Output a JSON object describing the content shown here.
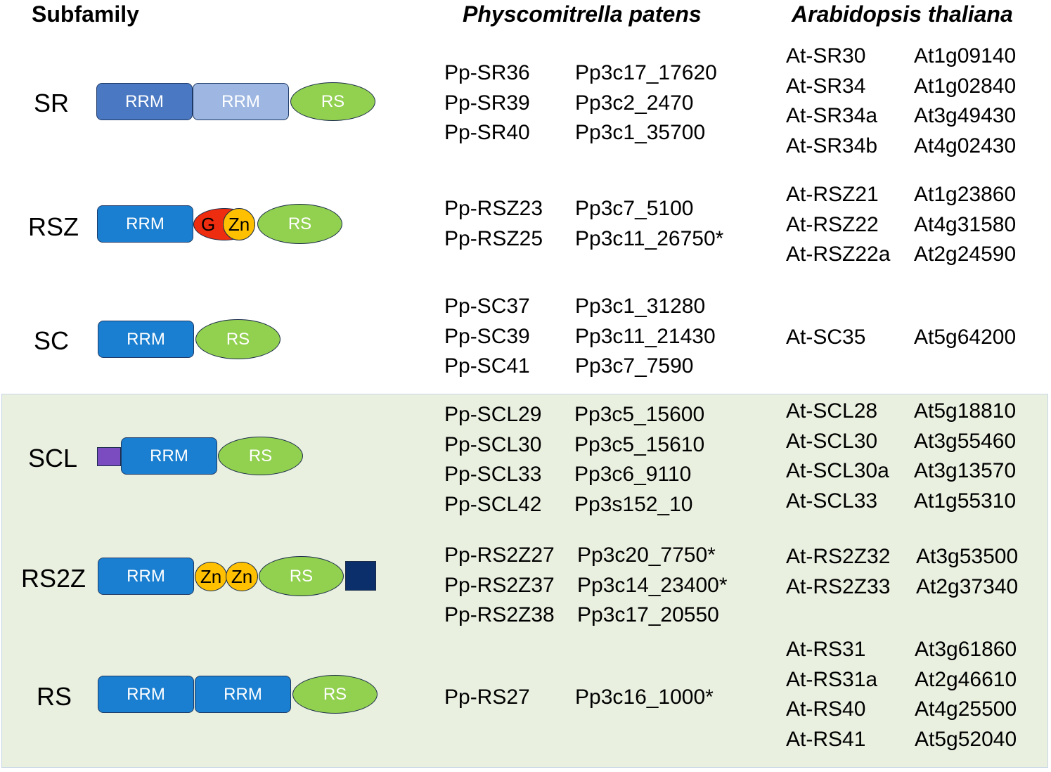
{
  "headers": {
    "subfamily": "Subfamily",
    "physcomitrella": "Physcomitrella patens",
    "arabidopsis": "Arabidopsis thaliana"
  },
  "domain_labels": {
    "rrm": "RRM",
    "rs": "RS",
    "zn": "Zn",
    "g": "G"
  },
  "colors": {
    "rrm": "#1a7fd0",
    "rrm_sr1": "#4a78c2",
    "rrm_sr2": "#9db7e2",
    "rs": "#92d050",
    "zinc_knuckle": "#ffc000",
    "glycine_hinge": "#ee2c10",
    "scl_extension": "#7a4cc0",
    "rs2z_tail": "#0a2f6b",
    "shaded_region": "#e9f0e0"
  },
  "subfamilies": [
    {
      "name": "SR",
      "domains": [
        "RRM",
        "RRM",
        "RS"
      ],
      "pp": [
        {
          "gene": "Pp-SR36",
          "locus": "Pp3c17_17620"
        },
        {
          "gene": "Pp-SR39",
          "locus": "Pp3c2_2470"
        },
        {
          "gene": "Pp-SR40",
          "locus": "Pp3c1_35700"
        }
      ],
      "at": [
        {
          "gene": "At-SR30",
          "locus": "At1g09140"
        },
        {
          "gene": "At-SR34",
          "locus": "At1g02840"
        },
        {
          "gene": "At-SR34a",
          "locus": "At3g49430"
        },
        {
          "gene": "At-SR34b",
          "locus": "At4g02430"
        }
      ]
    },
    {
      "name": "RSZ",
      "domains": [
        "RRM",
        "G",
        "Zn",
        "RS"
      ],
      "pp": [
        {
          "gene": "Pp-RSZ23",
          "locus": "Pp3c7_5100"
        },
        {
          "gene": "Pp-RSZ25",
          "locus": "Pp3c11_26750*"
        }
      ],
      "at": [
        {
          "gene": "At-RSZ21",
          "locus": "At1g23860"
        },
        {
          "gene": "At-RSZ22",
          "locus": "At4g31580"
        },
        {
          "gene": "At-RSZ22a",
          "locus": "At2g24590"
        }
      ]
    },
    {
      "name": "SC",
      "domains": [
        "RRM",
        "RS"
      ],
      "pp": [
        {
          "gene": "Pp-SC37",
          "locus": "Pp3c1_31280"
        },
        {
          "gene": "Pp-SC39",
          "locus": "Pp3c11_21430"
        },
        {
          "gene": "Pp-SC41",
          "locus": "Pp3c7_7590"
        }
      ],
      "at": [
        {
          "gene": "At-SC35",
          "locus": "At5g64200"
        }
      ]
    },
    {
      "name": "SCL",
      "domains": [
        "N-ext",
        "RRM",
        "RS"
      ],
      "pp": [
        {
          "gene": "Pp-SCL29",
          "locus": "Pp3c5_15600"
        },
        {
          "gene": "Pp-SCL30",
          "locus": "Pp3c5_15610"
        },
        {
          "gene": "Pp-SCL33",
          "locus": "Pp3c6_9110"
        },
        {
          "gene": "Pp-SCL42",
          "locus": "Pp3s152_10"
        }
      ],
      "at": [
        {
          "gene": "At-SCL28",
          "locus": "At5g18810"
        },
        {
          "gene": "At-SCL30",
          "locus": "At3g55460"
        },
        {
          "gene": "At-SCL30a",
          "locus": "At3g13570"
        },
        {
          "gene": "At-SCL33",
          "locus": "At1g55310"
        }
      ]
    },
    {
      "name": "RS2Z",
      "domains": [
        "RRM",
        "Zn",
        "Zn",
        "RS",
        "C-ext"
      ],
      "pp": [
        {
          "gene": "Pp-RS2Z27",
          "locus": "Pp3c20_7750*"
        },
        {
          "gene": "Pp-RS2Z37",
          "locus": "Pp3c14_23400*"
        },
        {
          "gene": "Pp-RS2Z38",
          "locus": "Pp3c17_20550"
        }
      ],
      "at": [
        {
          "gene": "At-RS2Z32",
          "locus": "At3g53500"
        },
        {
          "gene": "At-RS2Z33",
          "locus": "At2g37340"
        }
      ]
    },
    {
      "name": "RS",
      "domains": [
        "RRM",
        "RRM",
        "RS"
      ],
      "pp": [
        {
          "gene": "Pp-RS27",
          "locus": "Pp3c16_1000*"
        }
      ],
      "at": [
        {
          "gene": "At-RS31",
          "locus": "At3g61860"
        },
        {
          "gene": "At-RS31a",
          "locus": "At2g46610"
        },
        {
          "gene": "At-RS40",
          "locus": "At4g25500"
        },
        {
          "gene": "At-RS41",
          "locus": "At5g52040"
        }
      ]
    }
  ]
}
